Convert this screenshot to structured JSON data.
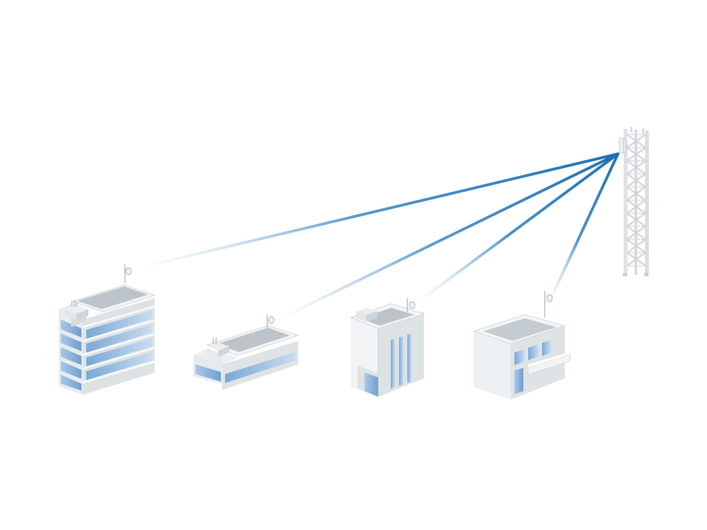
{
  "diagram": {
    "kind": "point-to-multipoint wireless network",
    "colors": {
      "background": "#ffffff",
      "link": "#1d6fb0",
      "glass": "#8fb6de",
      "glass_light": "#d7e6f4",
      "wall_light": "#f2f4f5",
      "wall_mid": "#dfe3e6",
      "wall_dark": "#c9cfd3",
      "roof": "#b9c1c6",
      "tower": "#e2e5e8"
    },
    "hub": {
      "name": "lattice-tower",
      "icon": "radio-tower-icon"
    },
    "clients": [
      {
        "name": "tall-glass-office",
        "icon": "office-building-icon",
        "link_icon": "dish-antenna-icon"
      },
      {
        "name": "low-glass-office",
        "icon": "low-building-icon",
        "link_icon": "dish-antenna-icon"
      },
      {
        "name": "cube-office",
        "icon": "cube-building-icon",
        "link_icon": "dish-antenna-icon"
      },
      {
        "name": "house-with-balcony",
        "icon": "house-icon",
        "link_icon": "dish-antenna-icon"
      }
    ]
  }
}
